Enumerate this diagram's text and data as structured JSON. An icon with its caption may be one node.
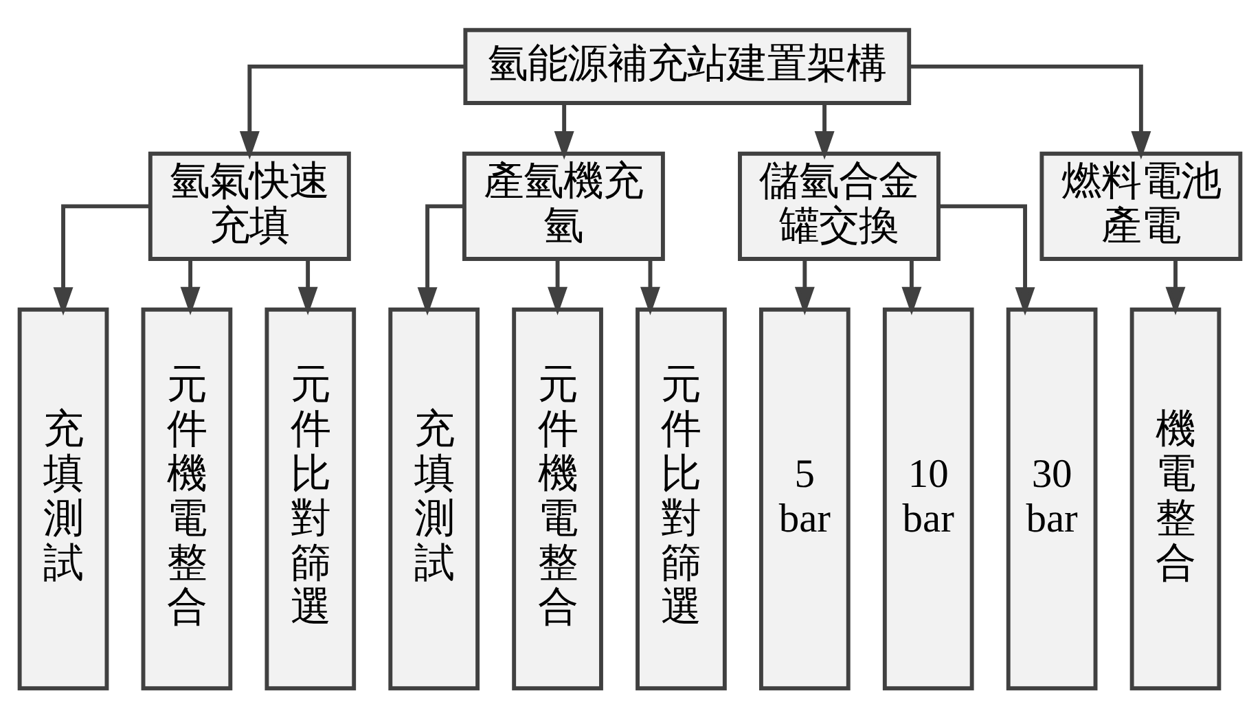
{
  "diagram": {
    "nodes": [
      {
        "text": [
          "氫能源補充站建置架構"
        ]
      },
      {
        "text": [
          "氫氣快速充填"
        ]
      },
      {
        "text": [
          "產氫機充氫"
        ]
      },
      {
        "text": [
          "儲氫合金罐交換"
        ]
      },
      {
        "text": [
          "燃料電池產電"
        ]
      },
      {
        "text": [
          "充填測試"
        ]
      },
      {
        "text": [
          "元件機電整合"
        ]
      },
      {
        "text": [
          "元件比對篩選"
        ]
      },
      {
        "text": [
          "充填測試"
        ]
      },
      {
        "text": [
          "元件機電整合"
        ]
      },
      {
        "text": [
          "元件比對篩選"
        ]
      },
      {
        "text": [
          "5 bar"
        ]
      },
      {
        "text": [
          "10 bar"
        ]
      },
      {
        "text": [
          "30 bar"
        ]
      },
      {
        "text": [
          "機電整合"
        ]
      }
    ],
    "edges": [
      {
        "from": 0,
        "to": 1,
        "arrow": "to"
      },
      {
        "from": 0,
        "to": 2,
        "arrow": "to"
      },
      {
        "from": 0,
        "to": 3,
        "arrow": "to"
      },
      {
        "from": 0,
        "to": 4,
        "arrow": "to"
      },
      {
        "from": 1,
        "to": 5,
        "arrow": "to"
      },
      {
        "from": 1,
        "to": 6,
        "arrow": "to"
      },
      {
        "from": 1,
        "to": 7,
        "arrow": "to"
      },
      {
        "from": 2,
        "to": 8,
        "arrow": "to"
      },
      {
        "from": 2,
        "to": 9,
        "arrow": "to"
      },
      {
        "from": 2,
        "to": 10,
        "arrow": "to"
      },
      {
        "from": 3,
        "to": 11,
        "arrow": "to"
      },
      {
        "from": 3,
        "to": 12,
        "arrow": "to"
      },
      {
        "from": 3,
        "to": 13,
        "arrow": "to"
      },
      {
        "from": 4,
        "to": 14,
        "arrow": "to"
      }
    ]
  }
}
